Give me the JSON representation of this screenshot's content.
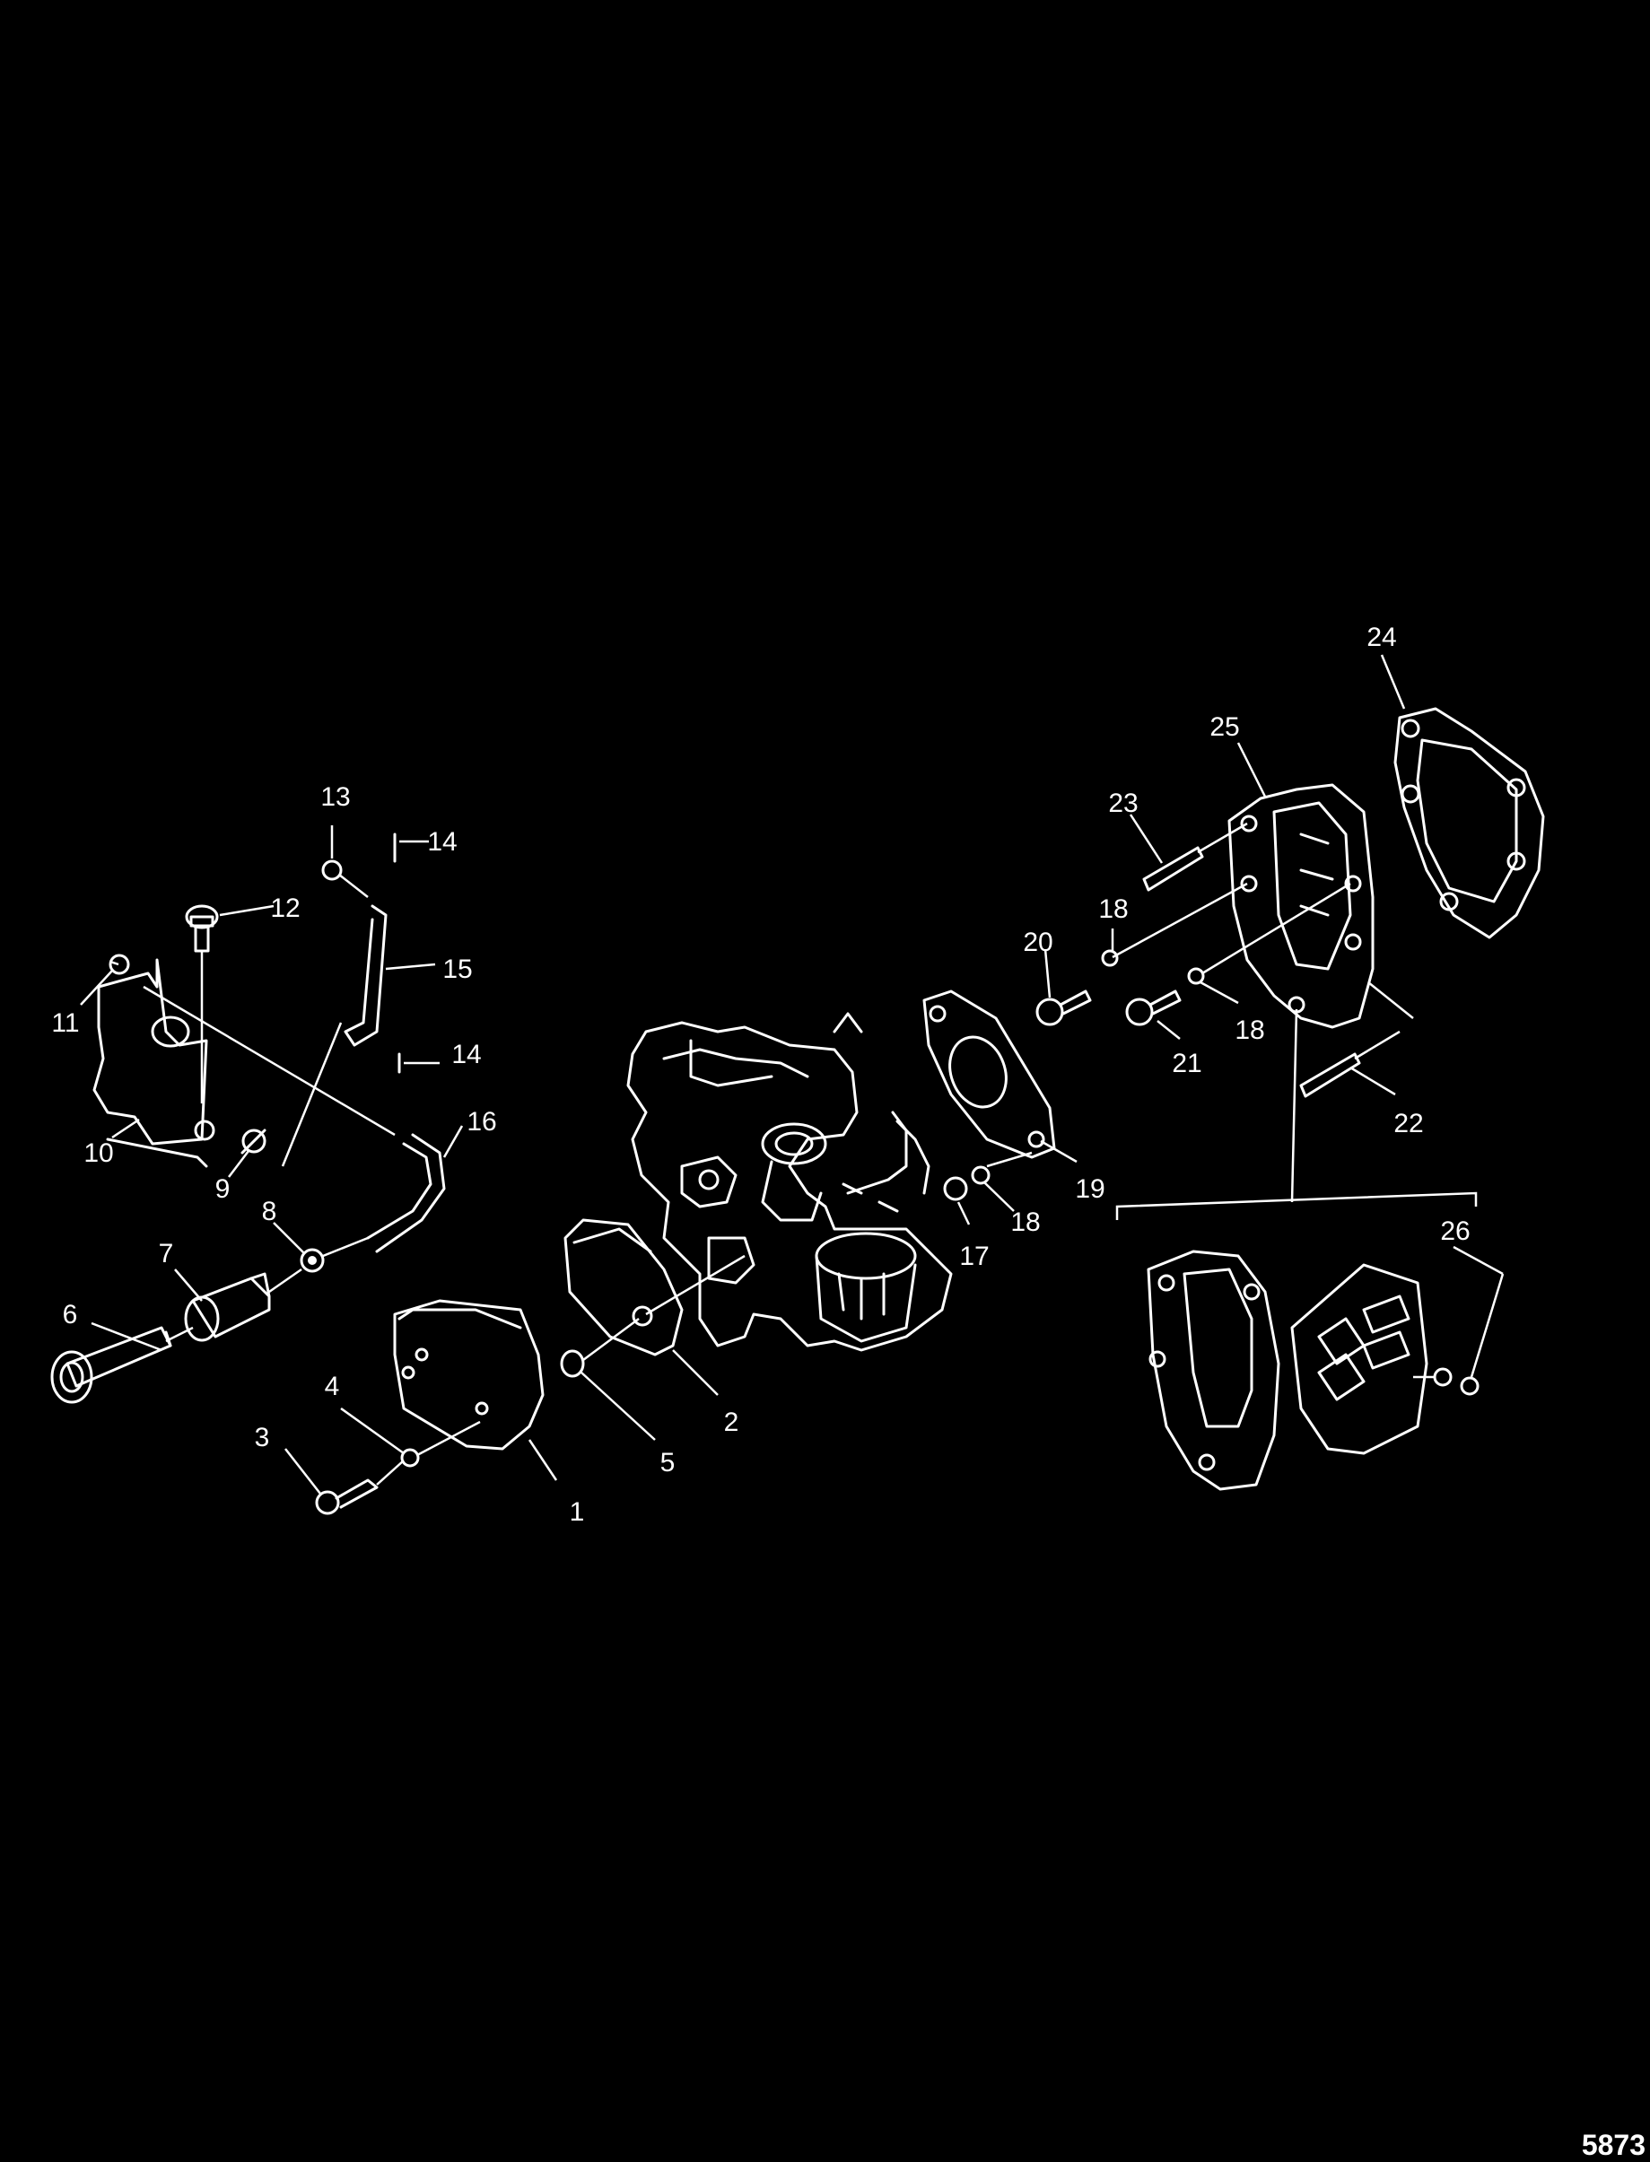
{
  "diagram": {
    "figure_number": "5873",
    "callouts": {
      "c1": "1",
      "c2": "2",
      "c3": "3",
      "c4": "4",
      "c5": "5",
      "c6": "6",
      "c7": "7",
      "c8": "8",
      "c9": "9",
      "c10": "10",
      "c11": "11",
      "c12": "12",
      "c13": "13",
      "c14a": "14",
      "c14b": "14",
      "c15": "15",
      "c16": "16",
      "c17": "17",
      "c18a": "18",
      "c18b": "18",
      "c18c": "18",
      "c19": "19",
      "c20": "20",
      "c21": "21",
      "c22": "22",
      "c23": "23",
      "c24": "24",
      "c25": "25",
      "c26": "26"
    },
    "colors": {
      "background": "#000000",
      "linework": "#ffffff"
    }
  }
}
